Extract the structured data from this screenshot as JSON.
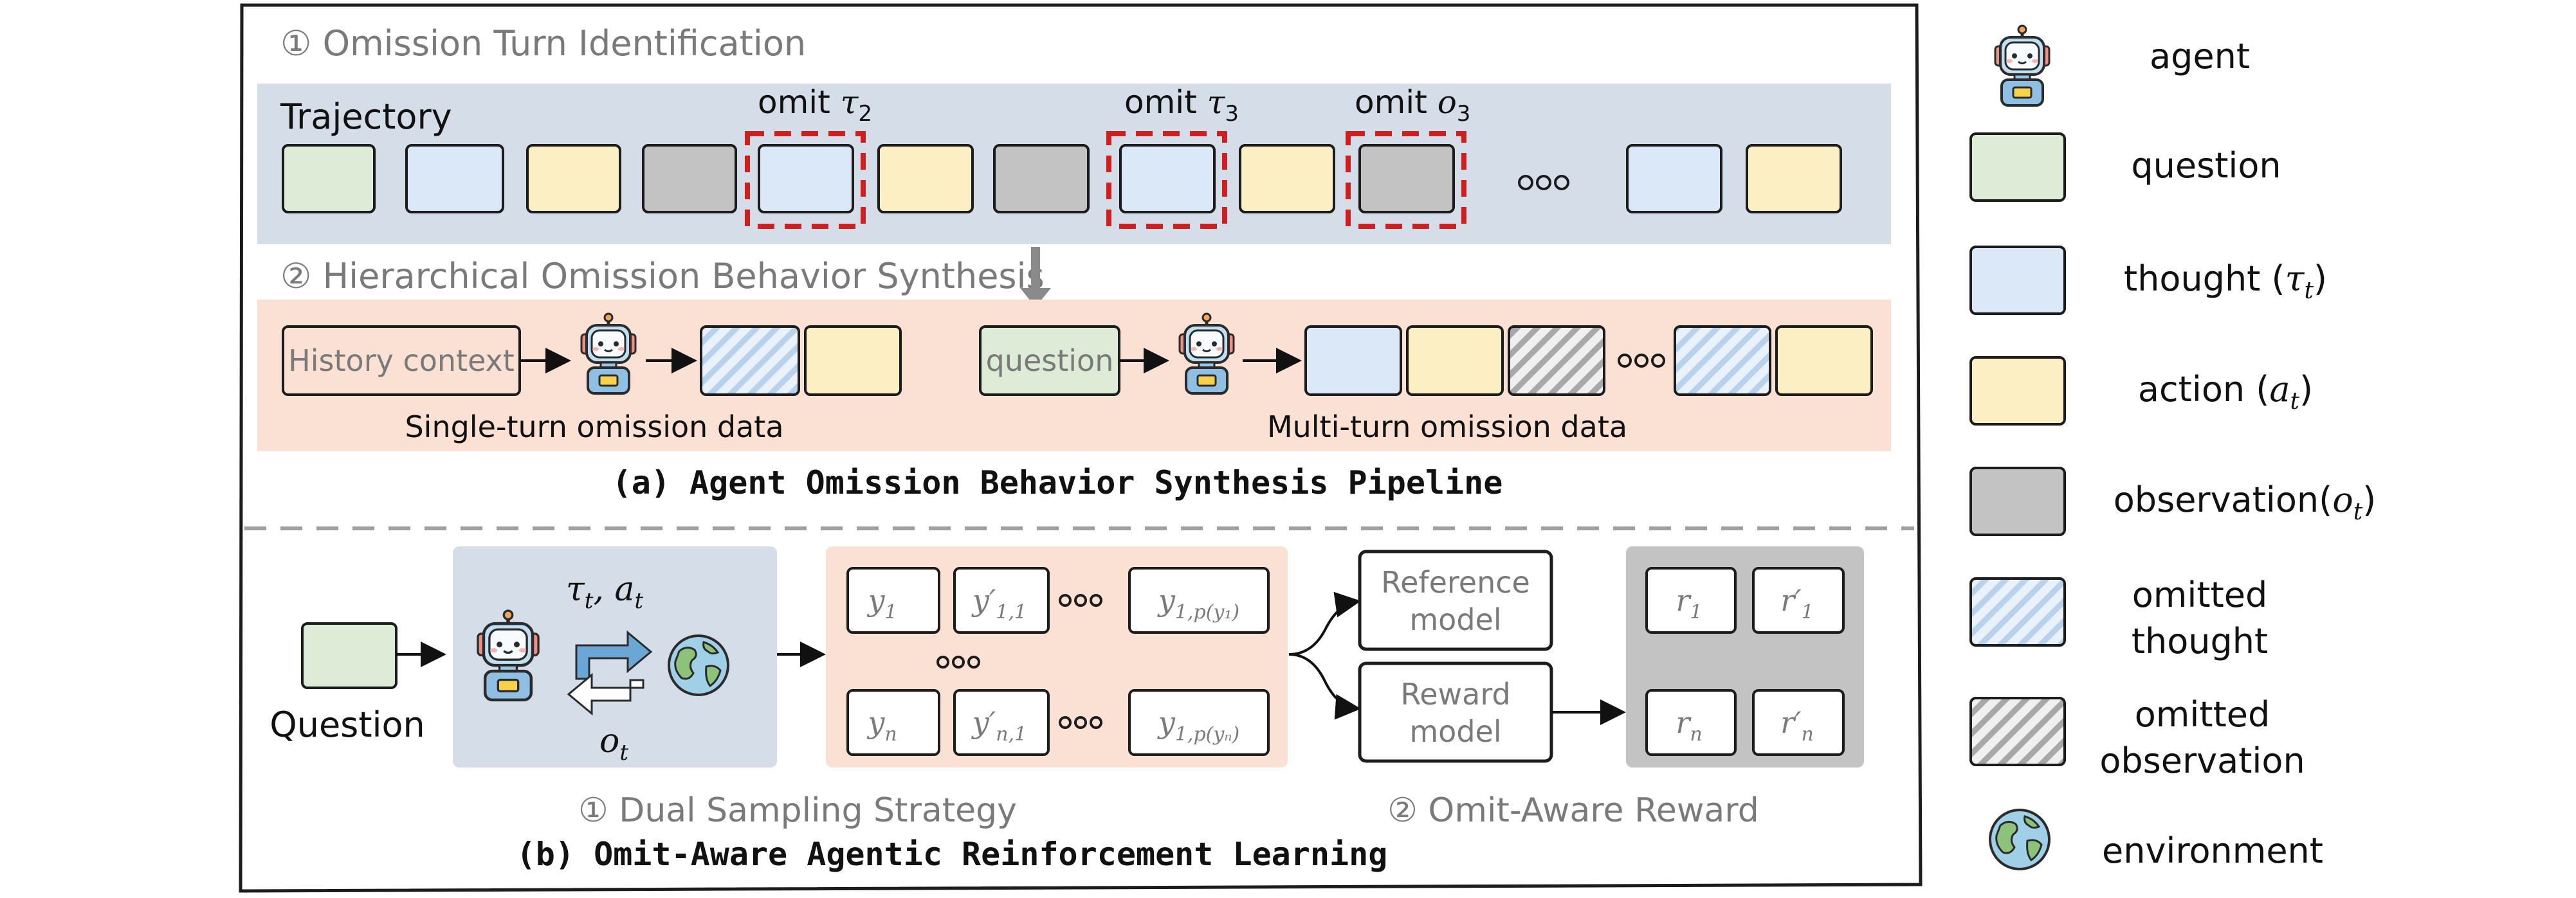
{
  "stage1": {
    "title": "① Omission Turn Identification",
    "trajectory_label": "Trajectory",
    "omit_labels": [
      {
        "prefix": "omit ",
        "sym": "τ",
        "sub": "2"
      },
      {
        "prefix": "omit ",
        "sym": "τ",
        "sub": "3"
      },
      {
        "prefix": "omit ",
        "sym": "o",
        "sub": "3"
      }
    ],
    "trajectory_boxes": [
      "question",
      "thought",
      "action",
      "observation",
      "thought-omit",
      "action",
      "observation",
      "thought-omit",
      "action",
      "observation-omit",
      "ellipsis",
      "thought",
      "action"
    ]
  },
  "stage2": {
    "title": "② Hierarchical Omission Behavior Synthesis",
    "history_label": "History context",
    "question_label": "question",
    "single_caption": "Single-turn omission data",
    "multi_caption": "Multi-turn omission data"
  },
  "caption_a": "(a) Agent Omission Behavior Synthesis Pipeline",
  "panel_b": {
    "question_label": "Question",
    "tau_label": "τ",
    "tau_sub": "t",
    "comma_a": ", a",
    "a_sub": "t",
    "o_label": "o",
    "o_sub": "t",
    "samples_row1": [
      {
        "main": "y",
        "sub": "1"
      },
      {
        "main": "y′",
        "sub": "1,1"
      },
      {
        "main": "y",
        "sub": "1,p(y₁)"
      }
    ],
    "samples_row2": [
      {
        "main": "y",
        "sub": "n"
      },
      {
        "main": "y′",
        "sub": "n,1"
      },
      {
        "main": "y",
        "sub": "1,p(yₙ)"
      }
    ],
    "reference_model": [
      "Reference",
      "model"
    ],
    "reward_model": [
      "Reward",
      "model"
    ],
    "rewards_row1": [
      {
        "main": "r",
        "sub": "1"
      },
      {
        "main": "r′",
        "sub": "1"
      }
    ],
    "rewards_row2": [
      {
        "main": "r",
        "sub": "n"
      },
      {
        "main": "r′",
        "sub": "n"
      }
    ],
    "dual_sampling_label": "① Dual Sampling Strategy",
    "omit_reward_label": "② Omit-Aware Reward"
  },
  "caption_b": "(b) Omit-Aware Agentic Reinforcement Learning",
  "legend": {
    "agent": "agent",
    "question": "question",
    "thought": "thought (",
    "thought_sym": "τ",
    "thought_sub": "t",
    "action": "action (",
    "action_sym": "a",
    "action_sub": "t",
    "observation": "observation(",
    "observation_sym": "o",
    "observation_sub": "t",
    "close_paren": ")",
    "omitted_thought": [
      "omitted",
      "thought"
    ],
    "omitted_observation": [
      "omitted",
      "observation"
    ],
    "environment": "environment"
  },
  "colors": {
    "question": "#deebd6",
    "thought": "#dbe8f7",
    "action": "#fcefc4",
    "observation": "#c3c3c3",
    "trajectory_bg": "#d5dde8",
    "synthesis_bg": "#fbe1d3",
    "omit_border": "#cc1f1f"
  }
}
